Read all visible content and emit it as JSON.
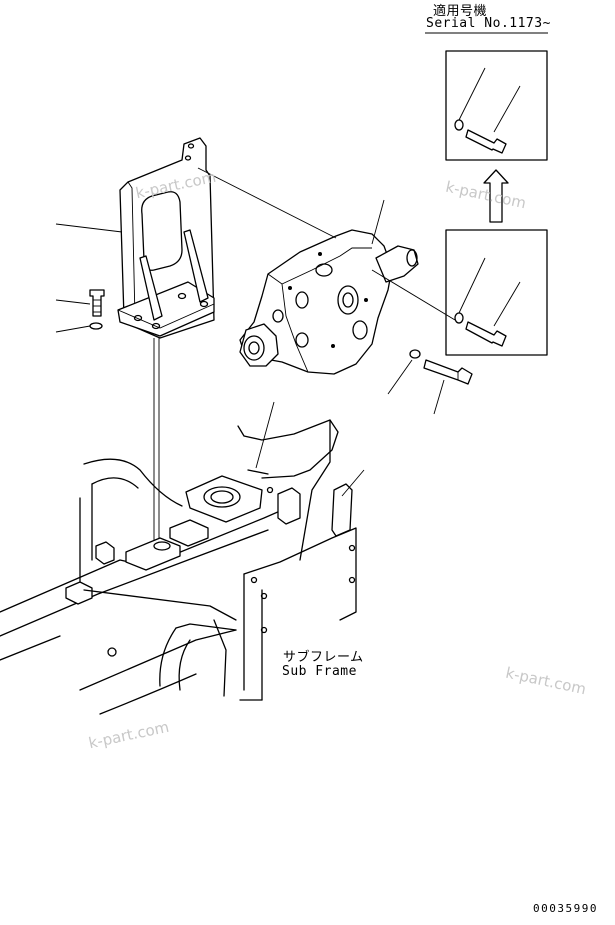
{
  "serial_header": {
    "line1": "適用号機",
    "line2": "Serial No.1173~"
  },
  "sub_frame_label": {
    "jp": "サブフレーム",
    "en": "Sub Frame"
  },
  "watermarks": [
    "k-part.com",
    "k-part.com",
    "k-part.com",
    "k-part.com"
  ],
  "drawing_number": "00035990",
  "colors": {
    "line": "#000000",
    "watermark": "#c8c8c8",
    "background": "#ffffff"
  }
}
